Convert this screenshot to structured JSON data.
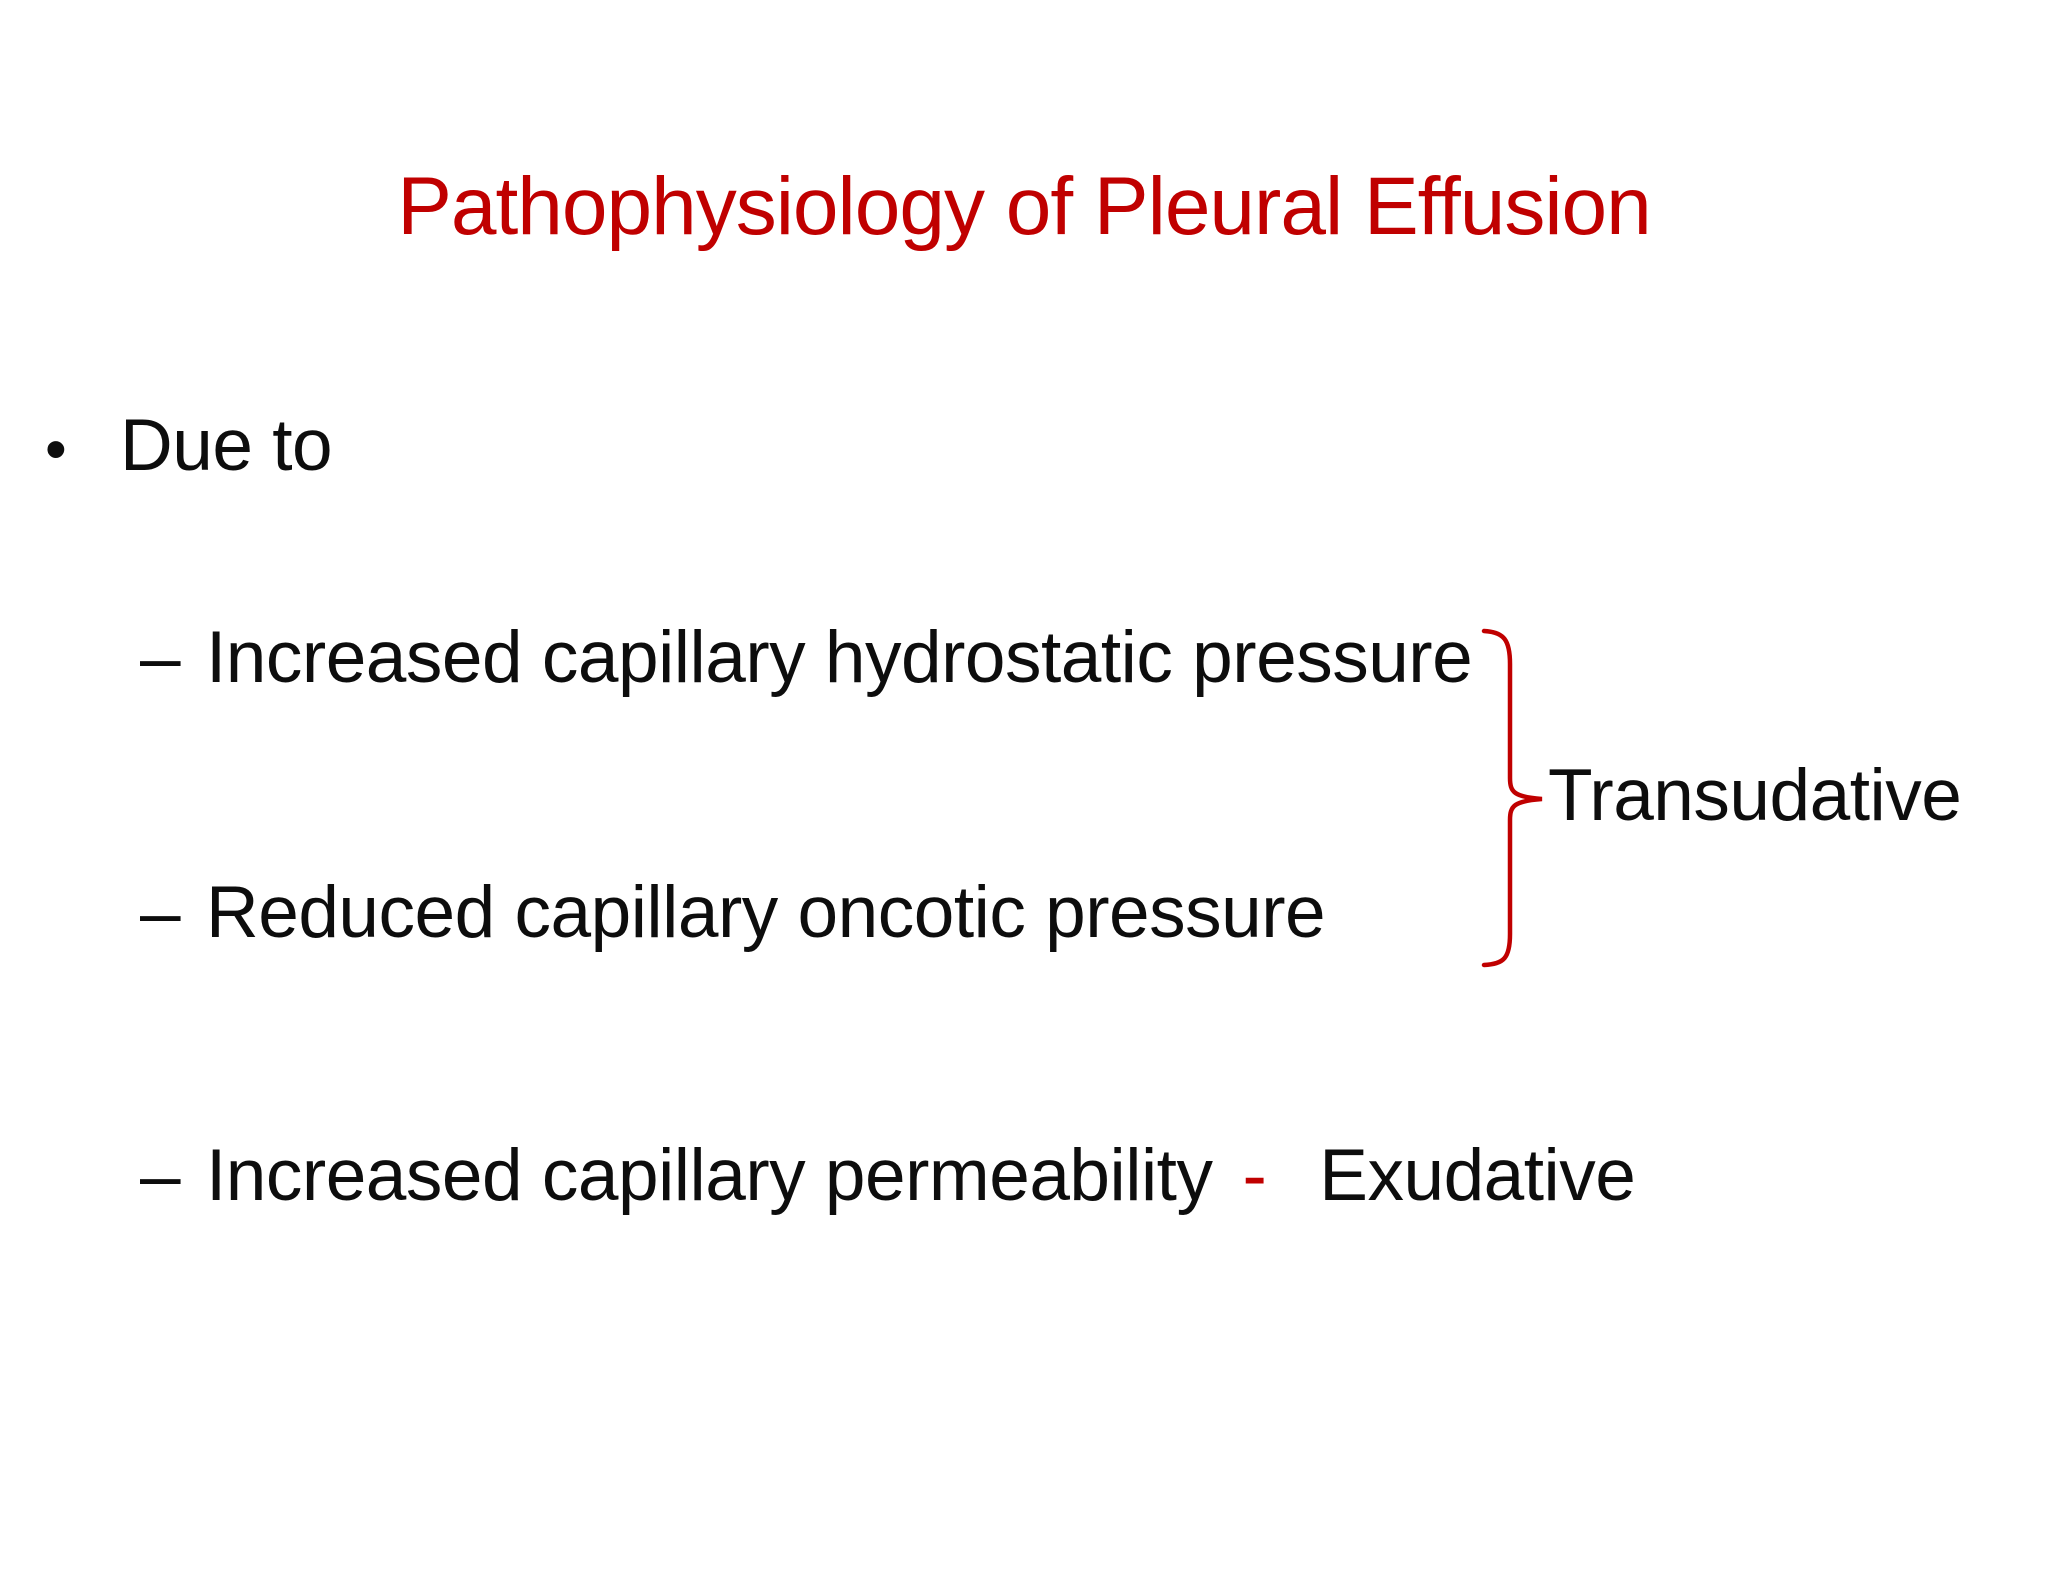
{
  "slide": {
    "title": "Pathophysiology of Pleural Effusion",
    "title_color": "#C00000",
    "accent_color": "#C00000",
    "text_color": "#0d0d0d",
    "bullet": {
      "marker": "•",
      "label": "Due to"
    },
    "sub_items": [
      {
        "marker": "–",
        "label": "Increased capillary hydrostatic pressure"
      },
      {
        "marker": "–",
        "label": "Reduced capillary oncotic pressure"
      },
      {
        "marker": "–",
        "label": "Increased capillary permeability"
      }
    ],
    "transudative_group": {
      "label": "Transudative",
      "brace_color": "#C00000",
      "groups_items": [
        0,
        1
      ]
    },
    "exudative_group": {
      "separator": "-",
      "separator_color": "#C00000",
      "label": "Exudative"
    }
  }
}
